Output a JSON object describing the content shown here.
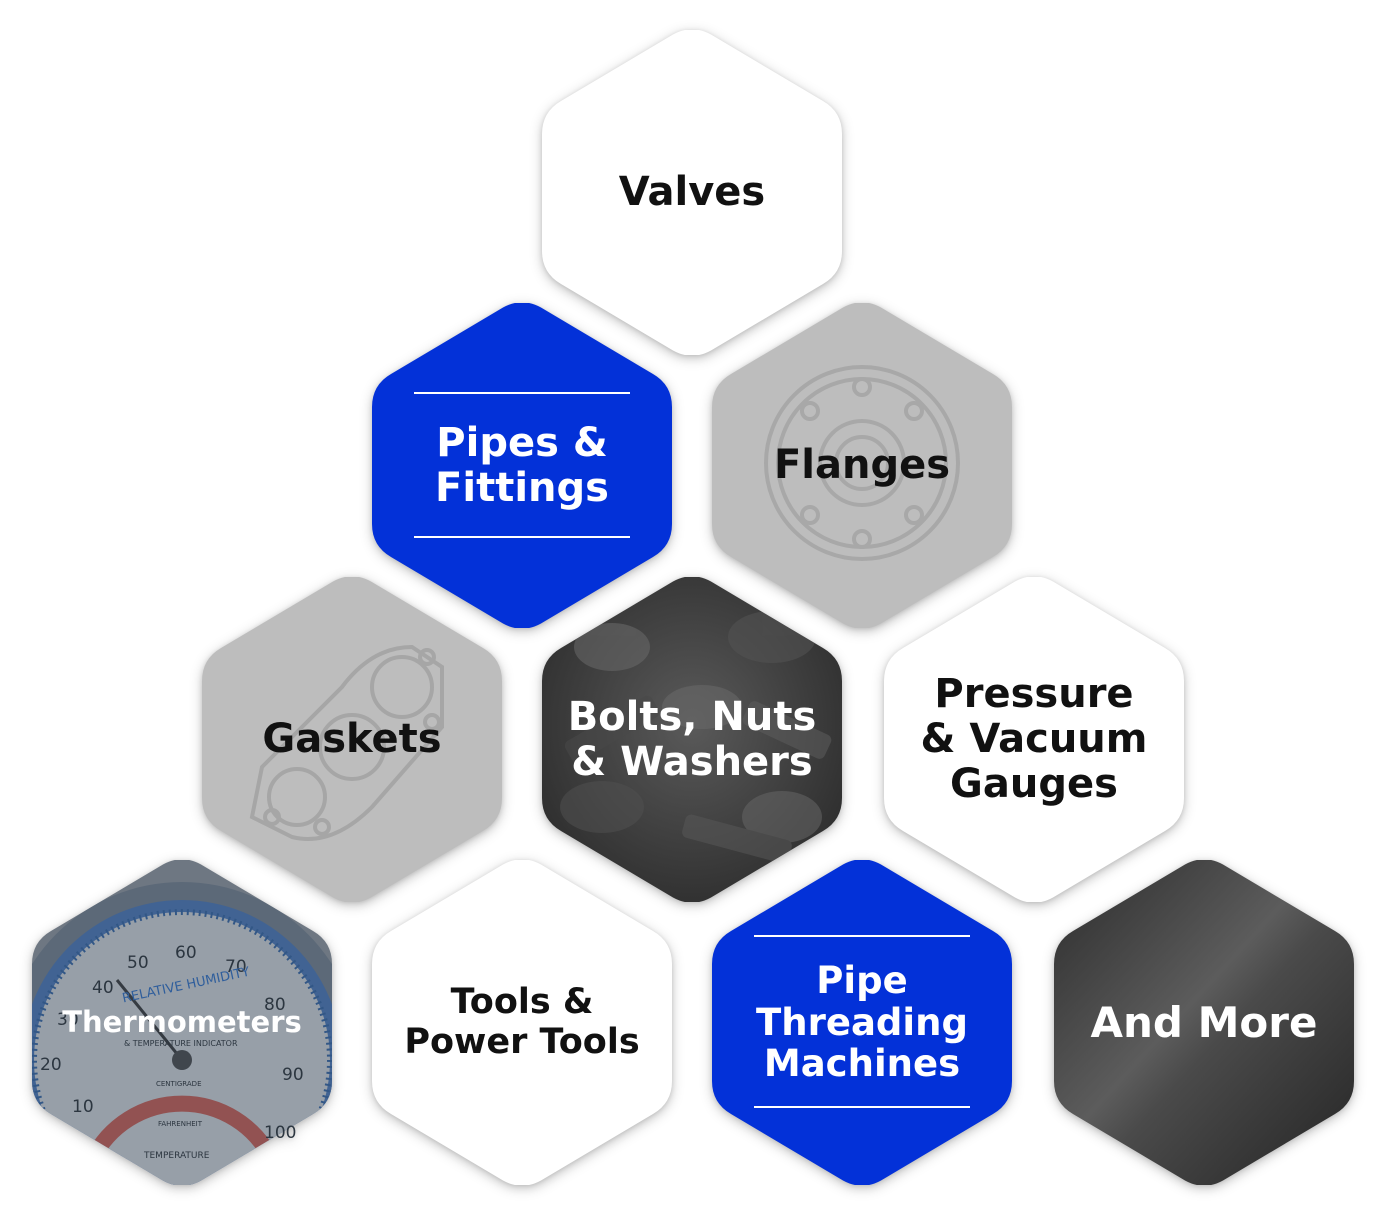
{
  "hexagons": {
    "valves": {
      "label": "Valves"
    },
    "pipes_fittings": {
      "label": "Pipes &\nFittings"
    },
    "flanges": {
      "label": "Flanges"
    },
    "gaskets": {
      "label": "Gaskets"
    },
    "bolts": {
      "label": "Bolts, Nuts\n& Washers"
    },
    "gauges": {
      "label": "Pressure\n& Vacuum\nGauges"
    },
    "thermometers": {
      "label": "Thermometers",
      "dial_text": "RELATIVE HUMIDITY",
      "dial_subtext": "& TEMPERATURE INDICATOR",
      "dial_numbers": [
        "20",
        "30",
        "40",
        "50",
        "60",
        "70",
        "80",
        "90",
        "10",
        "100"
      ],
      "dial_centigrade": "CENTIGRADE",
      "dial_fahrenheit": "FAHRENHEIT",
      "dial_temperature": "TEMPERATURE"
    },
    "tools": {
      "label": "Tools &\nPower Tools"
    },
    "threading": {
      "label": "Pipe\nThreading\nMachines"
    },
    "more": {
      "label": "And More"
    }
  },
  "colors": {
    "blue": "#0331d8",
    "white": "#ffffff",
    "gray": "#bdbdbd",
    "dark": "#3a3a3a"
  }
}
